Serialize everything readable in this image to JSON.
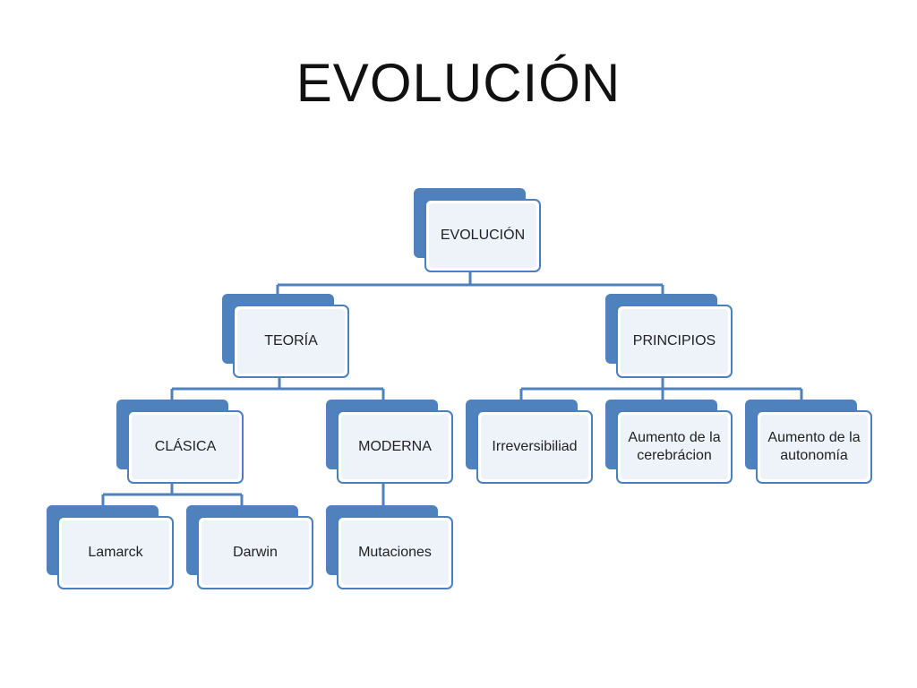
{
  "title": "EVOLUCIÓN",
  "colors": {
    "box_back": "#4f81bd",
    "box_border": "#4a7fc1",
    "box_fill": "#eef3fa",
    "connector": "#4f81bd"
  },
  "nodes": {
    "root": "EVOLUCIÓN",
    "teoria": "TEORÍA",
    "principios": "PRINCIPIOS",
    "clasica": "CLÁSICA",
    "moderna": "MODERNA",
    "irreversibilidad": "Irreversibiliad",
    "cerebracion": "Aumento de la cerebrácion",
    "autonomia": "Aumento de la autonomía",
    "lamarck": "Lamarck",
    "darwin": "Darwin",
    "mutaciones": "Mutaciones"
  }
}
